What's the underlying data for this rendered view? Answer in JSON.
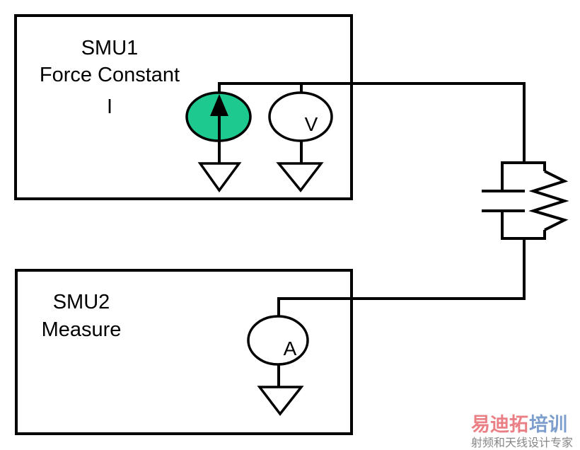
{
  "diagram": {
    "smu1": {
      "title": "SMU1",
      "mode": "Force Constant",
      "quantity": "I",
      "source_fill_color": "#1dc98e",
      "voltmeter_label": "V"
    },
    "smu2": {
      "title": "SMU2",
      "mode": "Measure",
      "ammeter_label": "A"
    },
    "dut": {
      "components": [
        "capacitor",
        "resistor"
      ],
      "configuration": "parallel"
    }
  },
  "watermark": {
    "brand_red": "易迪拓",
    "brand_blue": "培训",
    "subtitle": "射频和天线设计专家"
  }
}
